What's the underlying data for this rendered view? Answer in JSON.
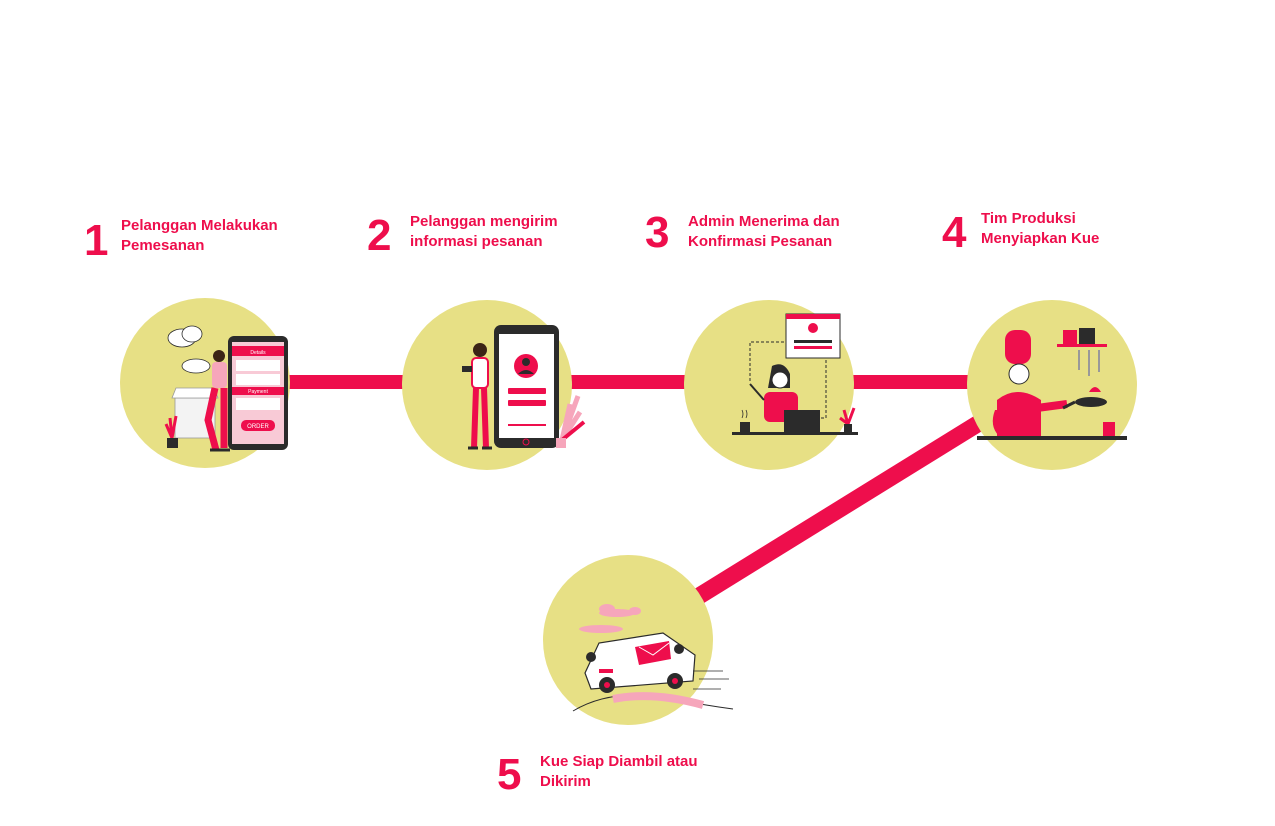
{
  "colors": {
    "accent": "#ee0e4c",
    "circle_fill": "#e7e085",
    "dark": "#2b2b2b",
    "pink_light": "#f6a6bb"
  },
  "steps": [
    {
      "number": "1",
      "title_lines": [
        "Pelanggan Melakukan",
        "Pemesanan"
      ],
      "illustration": "person-ordering-on-phone",
      "phone": {
        "header": "Details",
        "section": "Payment",
        "button": "ORDER"
      }
    },
    {
      "number": "2",
      "title_lines": [
        "Pelanggan mengirim",
        "informasi pesanan"
      ],
      "illustration": "person-texting-phone"
    },
    {
      "number": "3",
      "title_lines": [
        "Admin Menerima dan",
        "Konfirmasi Pesanan"
      ],
      "illustration": "admin-at-laptop"
    },
    {
      "number": "4",
      "title_lines": [
        "Tim Produksi",
        "Menyiapkan Kue"
      ],
      "illustration": "chef-cooking"
    },
    {
      "number": "5",
      "title_lines": [
        "Kue Siap Diambil atau",
        "Dikirim"
      ],
      "illustration": "delivery-van"
    }
  ]
}
